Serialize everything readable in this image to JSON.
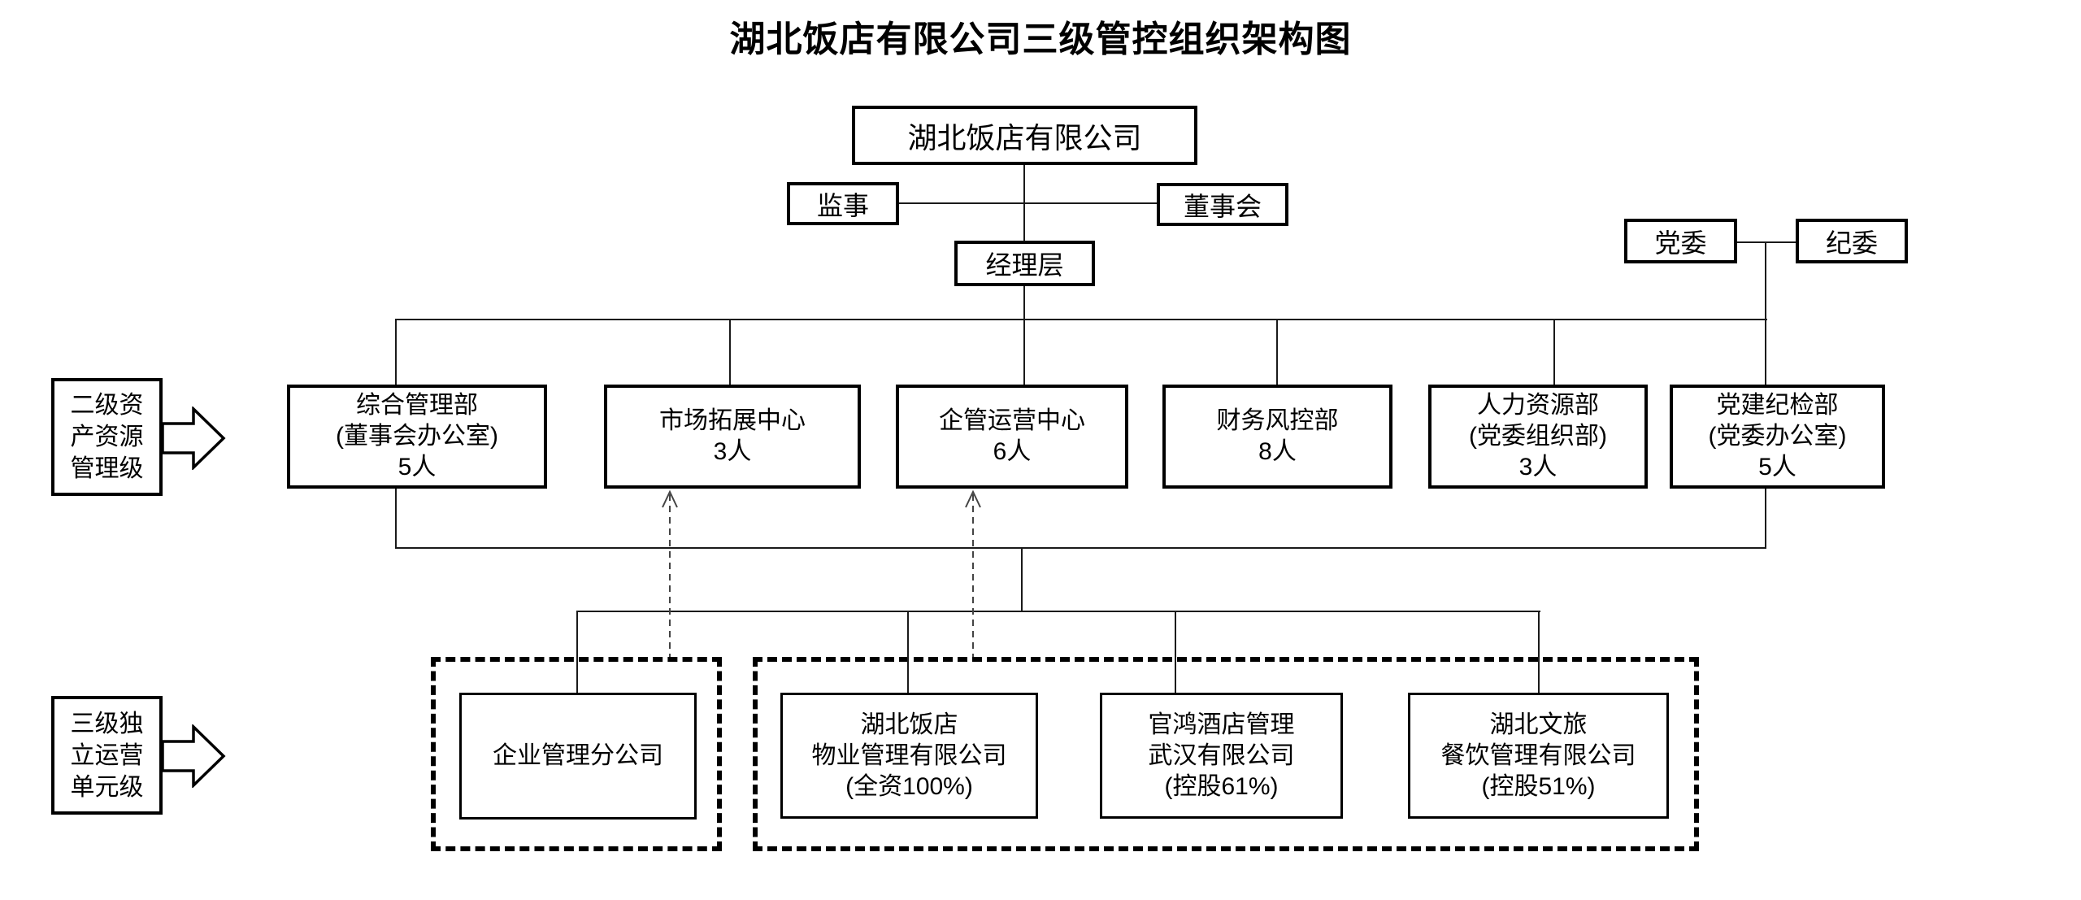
{
  "title": "湖北饭店有限公司三级管控组织架构图",
  "colors": {
    "ink": "#000000",
    "background": "#ffffff"
  },
  "top": {
    "company": "湖北饭店有限公司",
    "supervisor": "监事",
    "board": "董事会",
    "management": "经理层",
    "party_committee": "党委",
    "discipline_committee": "纪委"
  },
  "level2": {
    "side_label": "二级资\n产资源\n管理级",
    "departments": [
      {
        "name": "综合管理部",
        "sub": "(董事会办公室)",
        "count": "5人"
      },
      {
        "name": "市场拓展中心",
        "sub": "",
        "count": "3人"
      },
      {
        "name": "企管运营中心",
        "sub": "",
        "count": "6人"
      },
      {
        "name": "财务风控部",
        "sub": "",
        "count": "8人"
      },
      {
        "name": "人力资源部",
        "sub": "(党委组织部)",
        "count": "3人"
      },
      {
        "name": "党建纪检部",
        "sub": "(党委办公室)",
        "count": "5人"
      }
    ]
  },
  "level3": {
    "side_label": "三级独\n立运营\n单元级",
    "units": [
      {
        "name": "企业管理分公司",
        "sub": "",
        "ownership": ""
      },
      {
        "name": "湖北饭店",
        "sub": "物业管理有限公司",
        "ownership": "(全资100%)"
      },
      {
        "name": "官鸿酒店管理",
        "sub": "武汉有限公司",
        "ownership": "(控股61%)"
      },
      {
        "name": "湖北文旅",
        "sub": "餐饮管理有限公司",
        "ownership": "(控股51%)"
      }
    ]
  }
}
